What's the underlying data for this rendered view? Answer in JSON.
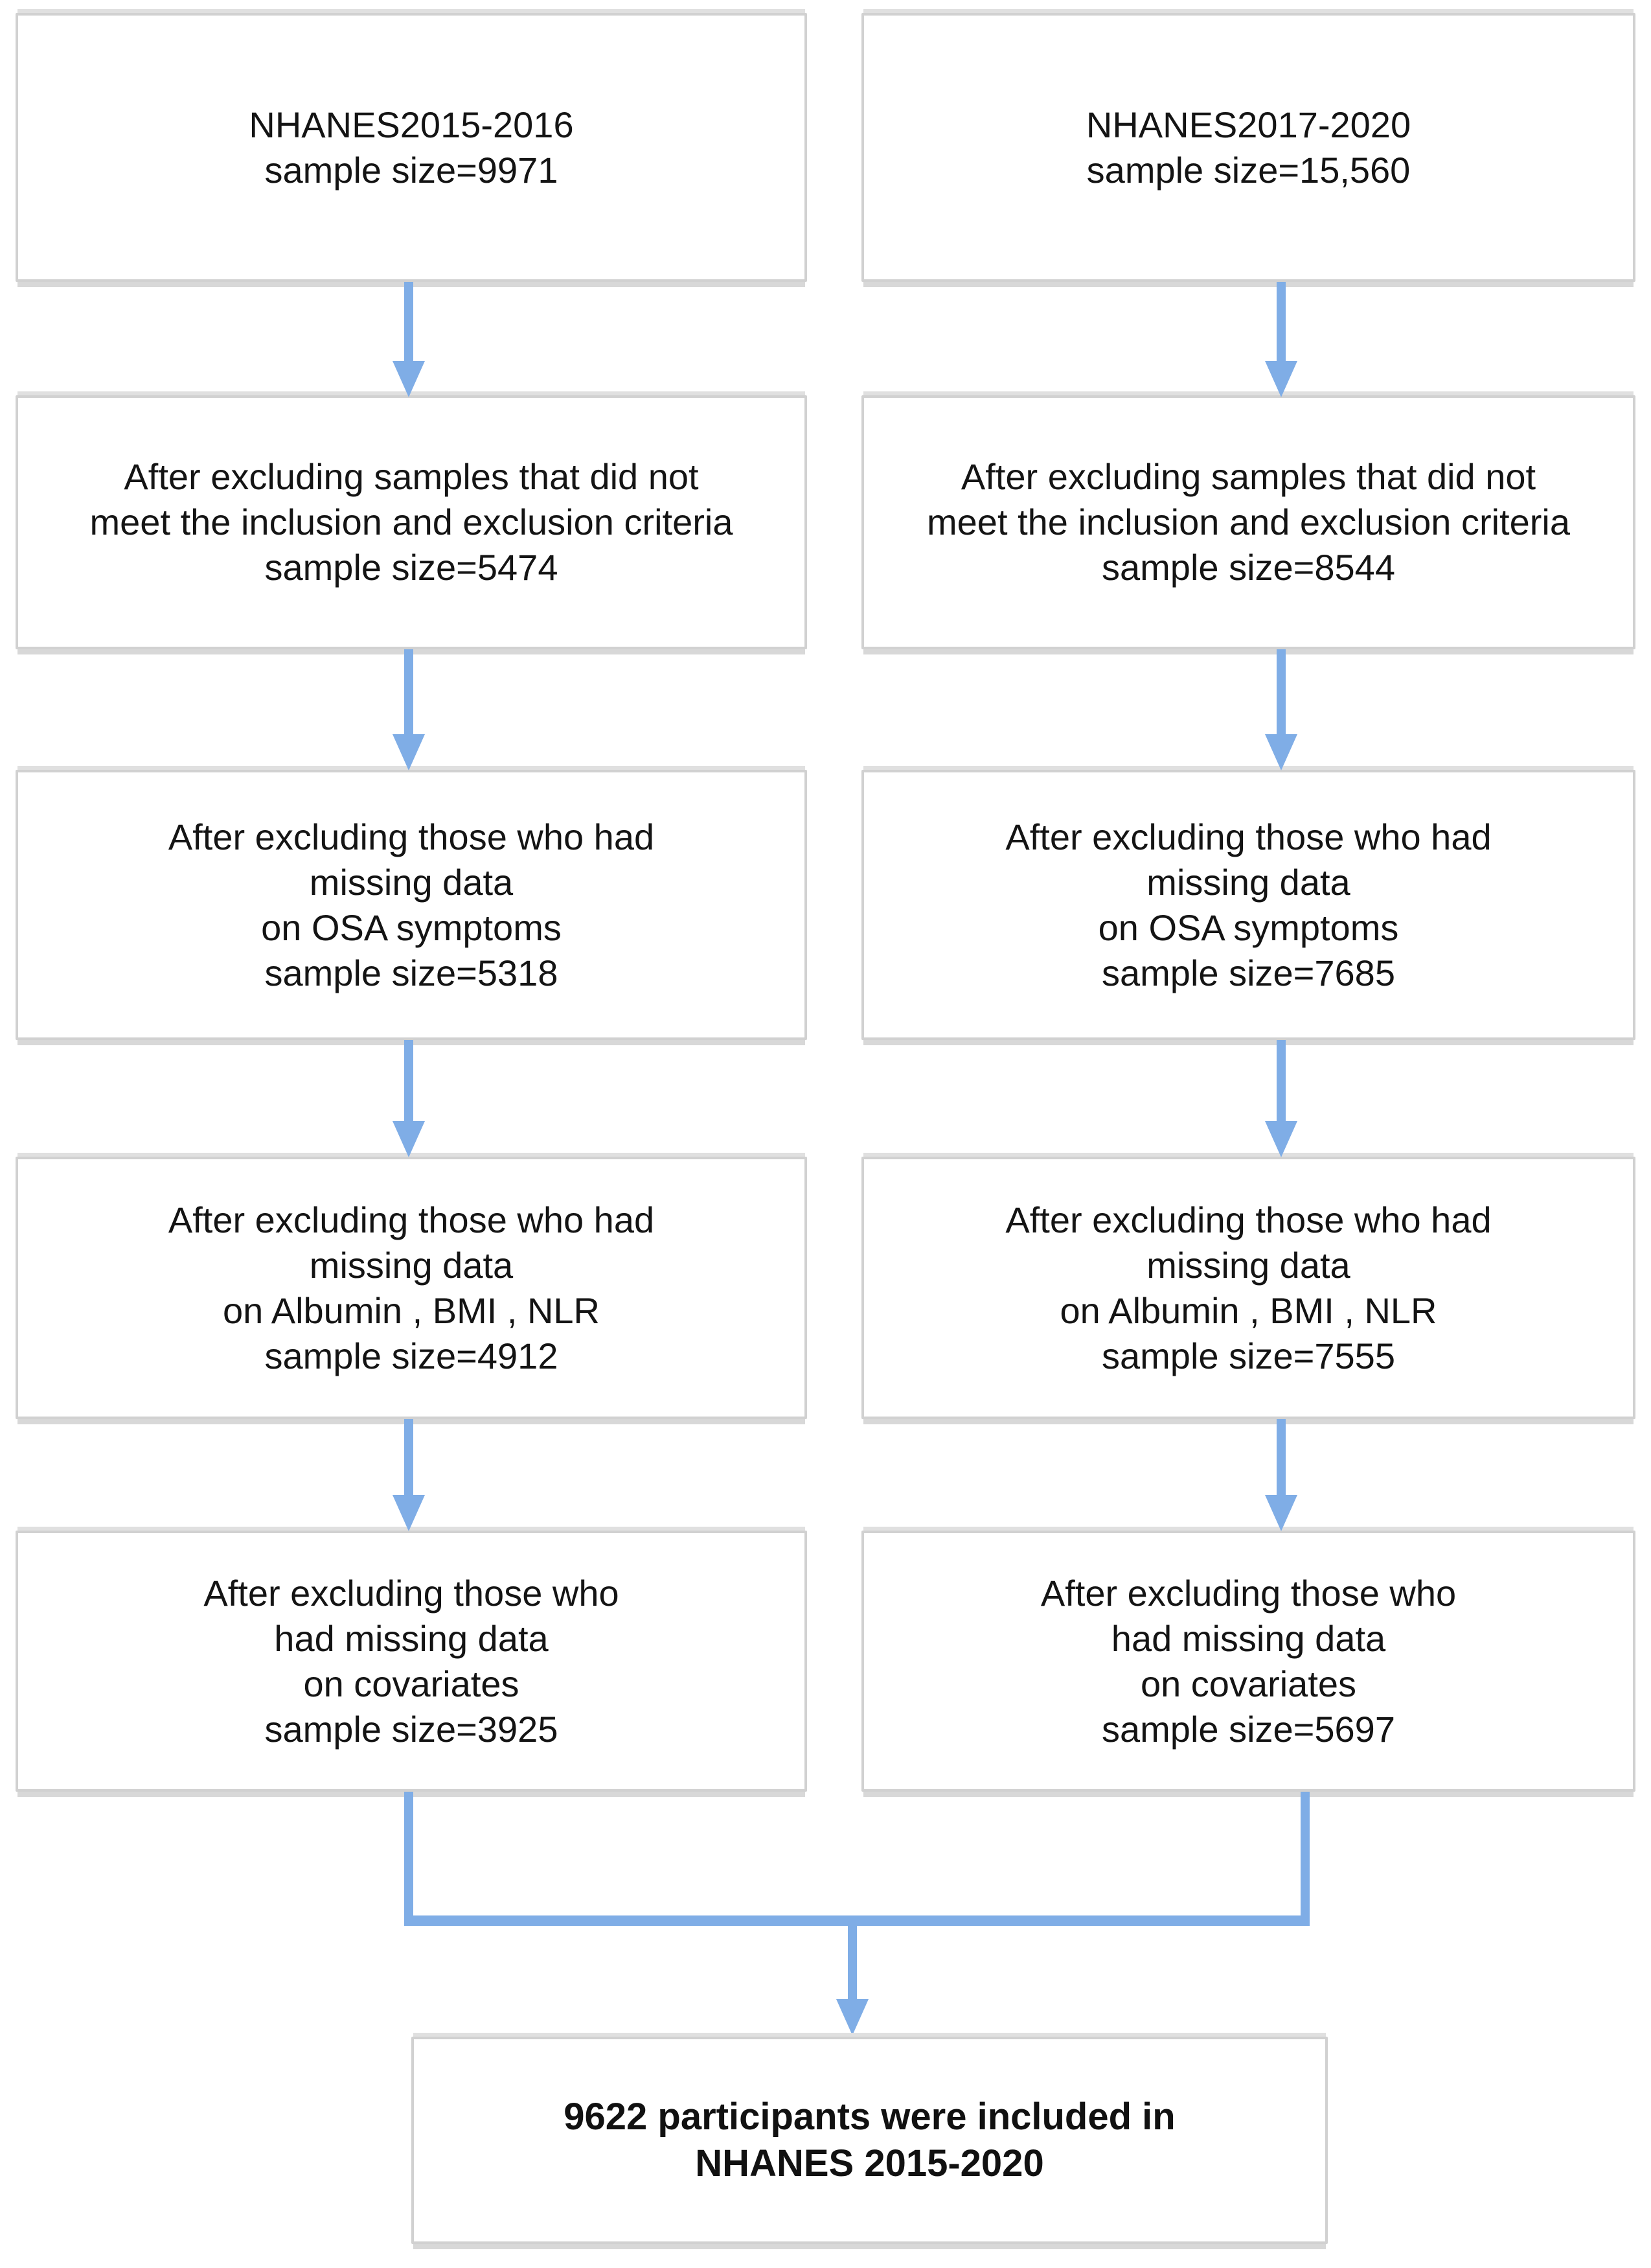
{
  "flow": {
    "title_hint": "NHANES participant selection flowchart",
    "left_column": {
      "id": "nhanes-2015-2016",
      "boxes": [
        {
          "lines": [
            "NHANES2015-2016",
            "sample size=9971"
          ],
          "sample_size": "9971"
        },
        {
          "lines": [
            "After excluding samples that did not",
            "meet the inclusion and exclusion criteria",
            "sample size=5474"
          ],
          "sample_size": "5474"
        },
        {
          "lines": [
            "After excluding those who had",
            "missing data",
            "on OSA symptoms",
            "sample size=5318"
          ],
          "sample_size": "5318"
        },
        {
          "lines": [
            "After excluding those who had",
            "missing data",
            "on Albumin , BMI , NLR",
            "sample size=4912"
          ],
          "sample_size": "4912"
        },
        {
          "lines": [
            "After excluding those who",
            "had missing data",
            "on covariates",
            "sample size=3925"
          ],
          "sample_size": "3925"
        }
      ]
    },
    "right_column": {
      "id": "nhanes-2017-2020",
      "boxes": [
        {
          "lines": [
            "NHANES2017-2020",
            "sample size=15,560"
          ],
          "sample_size": "15,560"
        },
        {
          "lines": [
            "After excluding samples that did not",
            "meet the inclusion and exclusion criteria",
            "sample size=8544"
          ],
          "sample_size": "8544"
        },
        {
          "lines": [
            "After excluding those who had",
            "missing data",
            "on OSA symptoms",
            "sample size=7685"
          ],
          "sample_size": "7685"
        },
        {
          "lines": [
            "After excluding those who had",
            "missing data",
            "on Albumin , BMI , NLR",
            "sample size=7555"
          ],
          "sample_size": "7555"
        },
        {
          "lines": [
            "After excluding those who",
            "had missing data",
            "on covariates",
            "sample size=5697"
          ],
          "sample_size": "5697"
        }
      ]
    },
    "final_box": {
      "lines": [
        "9622 participants were included in",
        "NHANES 2015-2020"
      ],
      "sample_size": "9622"
    },
    "colors": {
      "arrow_blue": "#7fade6",
      "box_border_gray": "#d1d1d1",
      "text_black": "#141414"
    }
  }
}
